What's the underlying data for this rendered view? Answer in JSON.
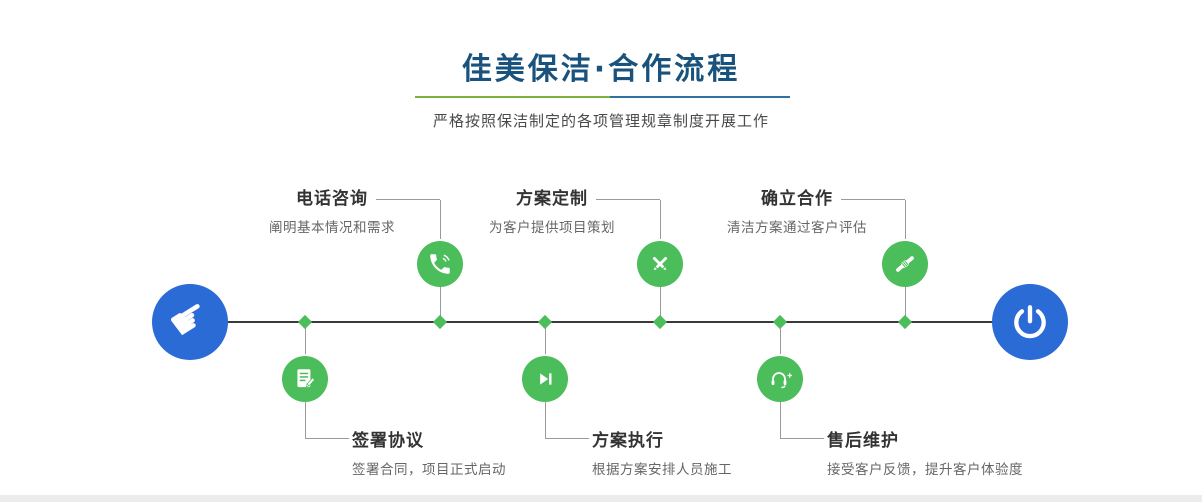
{
  "header": {
    "title": "佳美保洁·合作流程",
    "subtitle": "严格按照保洁制定的各项管理规章制度开展工作"
  },
  "timeline": {
    "start_icon": "pointing-hand-icon",
    "end_icon": "power-icon"
  },
  "steps": [
    {
      "title": "电话咨询",
      "desc": "阐明基本情况和需求",
      "icon": "phone-icon",
      "position": "top"
    },
    {
      "title": "方案定制",
      "desc": "为客户提供项目策划",
      "icon": "pencil-tools-icon",
      "position": "top"
    },
    {
      "title": "确立合作",
      "desc": "清洁方案通过客户评估",
      "icon": "handshake-icon",
      "position": "top"
    },
    {
      "title": "签署协议",
      "desc": "签署合同，项目正式启动",
      "icon": "contract-icon",
      "position": "bottom"
    },
    {
      "title": "方案执行",
      "desc": "根据方案安排人员施工",
      "icon": "play-icon",
      "position": "bottom"
    },
    {
      "title": "售后维护",
      "desc": "接受客户反馈，提升客户体验度",
      "icon": "headset-icon",
      "position": "bottom"
    }
  ],
  "colors": {
    "title": "#19527c",
    "endpoint_blue": "#2b6bd5",
    "step_green": "#4cbd5b",
    "timeline_line": "#3a3a3a",
    "connector": "#9a9a9a",
    "underline_green": "#7faf3e",
    "underline_blue": "#31719f"
  }
}
